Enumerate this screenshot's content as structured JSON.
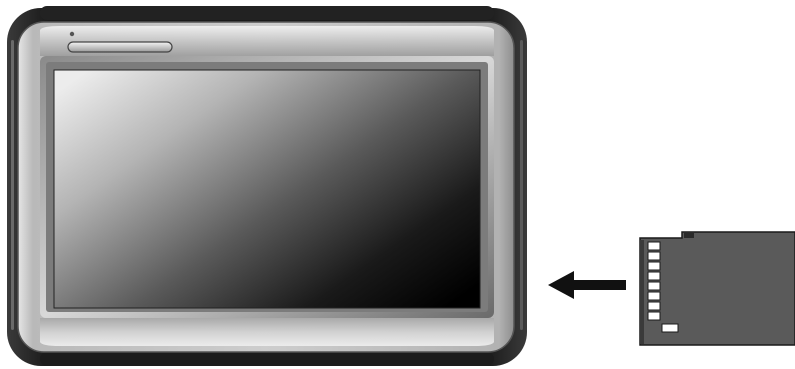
{
  "illustration": {
    "device": {
      "kind": "portable-navigation-device",
      "buttons": [
        "power-button"
      ],
      "screen_state": "off"
    },
    "card": {
      "kind": "sd-memory-card"
    },
    "arrow": {
      "direction": "left",
      "meaning": "insert-card"
    },
    "colors": {
      "background": "#ffffff",
      "frame_dark": "#1a1a1a",
      "bezel_metal": "#c8c8c8",
      "screen_light": "#e8e8e8",
      "screen_dark": "#050505",
      "card_body": "#5a5a5a",
      "card_contacts": "#ffffff",
      "arrow": "#111111"
    }
  }
}
